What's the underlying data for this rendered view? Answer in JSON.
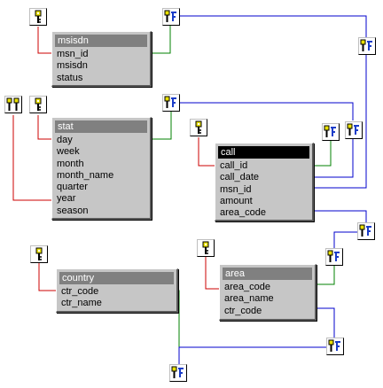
{
  "colors": {
    "canvas": "#ffffff",
    "card": "#c6c6c6",
    "title_bar": "#808080",
    "title_bar_active": "#000000",
    "key_line": "#cc0000",
    "green_line": "#008000",
    "blue_line": "#0000cc",
    "key_icon": "#e8e000"
  },
  "tables": {
    "msisdn": {
      "title": "msisdn",
      "fields": [
        "msn_id",
        "msisdn",
        "status"
      ]
    },
    "stat": {
      "title": "stat",
      "fields": [
        "day",
        "week",
        "month",
        "month_name",
        "quarter",
        "year",
        "season"
      ]
    },
    "call": {
      "title": "call",
      "fields": [
        "call_id",
        "call_date",
        "msn_id",
        "amount",
        "area_code"
      ]
    },
    "country": {
      "title": "country",
      "fields": [
        "ctr_code",
        "ctr_name"
      ]
    },
    "area": {
      "title": "area",
      "fields": [
        "area_code",
        "area_name",
        "ctr_code"
      ]
    }
  },
  "icons": {
    "primary_key": "key-icon",
    "composite_key": "composite-key-icon",
    "foreign_key": "foreign-key-icon"
  }
}
